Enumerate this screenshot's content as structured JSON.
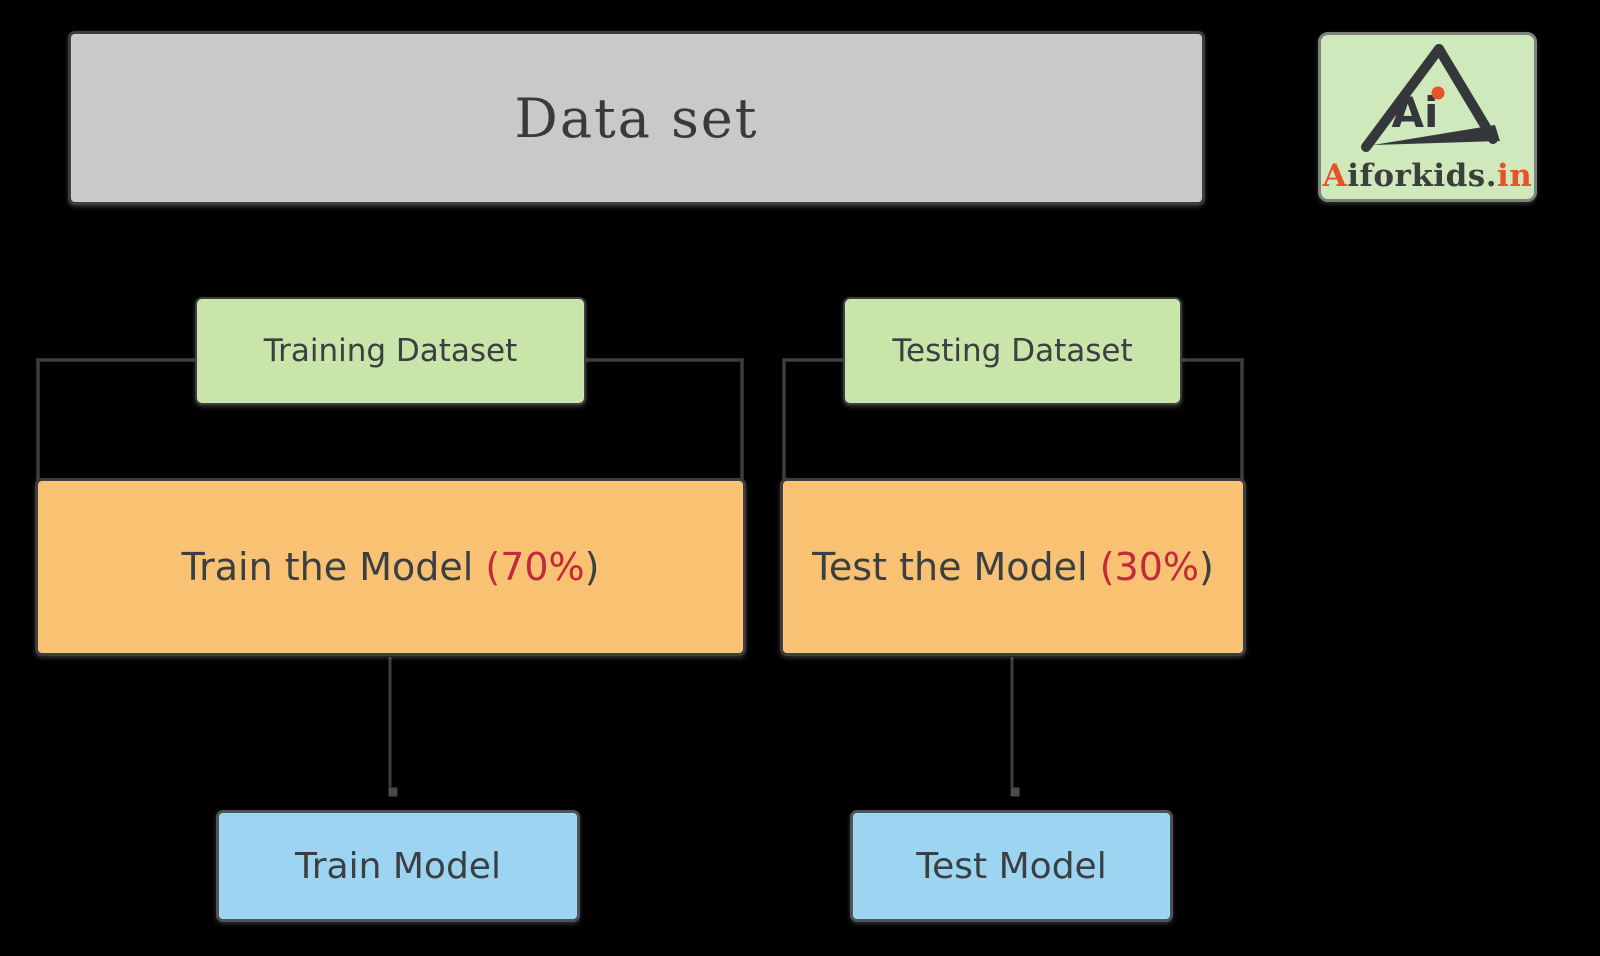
{
  "dataset_box": {
    "label": "Data set"
  },
  "logo": {
    "monogram": "Ai",
    "brand": {
      "part1": "A",
      "part2": "iforkids.",
      "part3": "in"
    }
  },
  "left_branch": {
    "dataset_label": "Training Dataset",
    "model_prefix": "Train the Model ",
    "model_pct": "(70%",
    "model_suffix": ")",
    "result_label": "Train Model"
  },
  "right_branch": {
    "dataset_label": "Testing Dataset",
    "model_prefix": "Test the Model ",
    "model_pct": "(30%",
    "model_suffix": ")",
    "result_label": "Test Model"
  },
  "colors": {
    "background": "#000000",
    "gray_fill": "#c9c9c9",
    "green_fill": "#c9e5aa",
    "logo_green": "#cfe9bd",
    "orange_fill": "#f9c172",
    "blue_fill": "#9cd4f2",
    "accent_red": "#c2293c",
    "accent_orange": "#e8512b",
    "line": "#3d3d3d",
    "text_dark": "#3b3f42"
  }
}
